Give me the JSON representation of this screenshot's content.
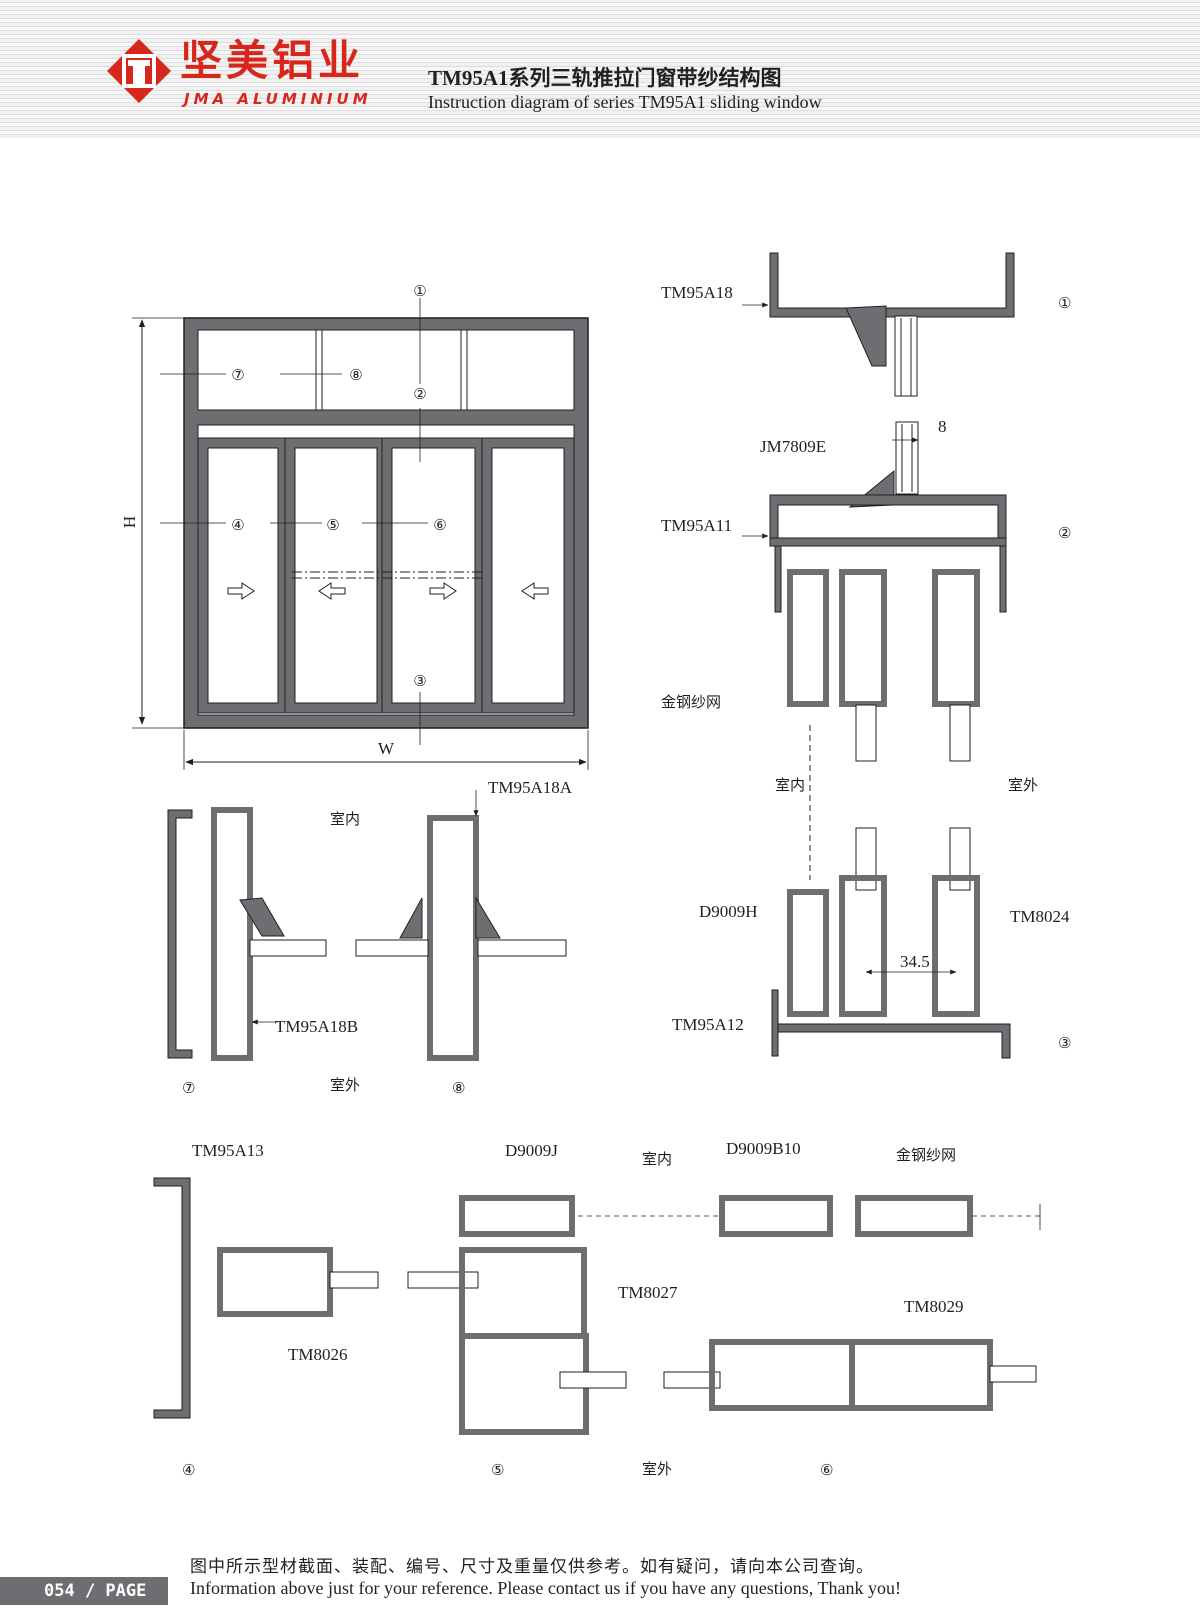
{
  "header": {
    "brand_cn": "坚美铝业",
    "brand_en": "JMA ALUMINIUM",
    "title_cn": "TM95A1系列三轨推拉门窗带纱结构图",
    "title_en": "Instruction diagram of series TM95A1 sliding window",
    "brand_color": "#d7261b"
  },
  "elevation": {
    "height_label": "H",
    "width_label": "W",
    "markers": [
      "①",
      "②",
      "③",
      "④",
      "⑤",
      "⑥",
      "⑦",
      "⑧"
    ]
  },
  "sections": {
    "s1": {
      "num": "①",
      "labels": [
        "TM95A18"
      ]
    },
    "s2": {
      "num": "②",
      "labels": [
        "JM7809E",
        "TM95A11",
        "8"
      ]
    },
    "s3": {
      "num": "③",
      "labels": [
        "D9009H",
        "TM8024",
        "TM95A12",
        "34.5"
      ]
    },
    "s4": {
      "num": "④",
      "labels": [
        "TM95A13",
        "TM8026"
      ]
    },
    "s5": {
      "num": "⑤",
      "labels": [
        "D9009J",
        "TM8027"
      ]
    },
    "s6": {
      "num": "⑥",
      "labels": [
        "D9009B10",
        "TM8029"
      ]
    },
    "s7": {
      "num": "⑦",
      "labels": [
        "TM95A18B"
      ]
    },
    "s8": {
      "num": "⑧",
      "labels": [
        "TM95A18A"
      ]
    },
    "screen_label": "金钢纱网",
    "indoor": "室内",
    "outdoor": "室外"
  },
  "footer": {
    "page": "054 / PAGE",
    "note_cn": "图中所示型材截面、装配、编号、尺寸及重量仅供参考。如有疑问，请向本公司查询。",
    "note_en": "Information above just for your reference. Please contact us if you have any questions, Thank you!"
  }
}
